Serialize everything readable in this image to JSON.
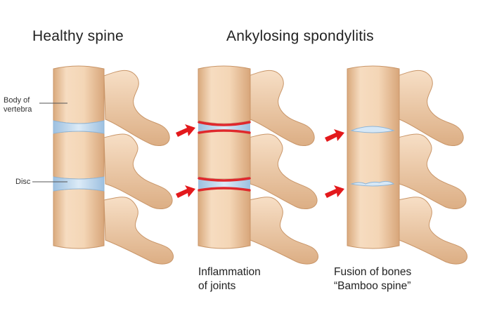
{
  "titles": {
    "healthy": "Healthy spine",
    "ankylosing": "Ankylosing spondylitis"
  },
  "labels": {
    "body_of_vertebra_line1": "Body of",
    "body_of_vertebra_line2": "vertebra",
    "disc": "Disc"
  },
  "captions": {
    "inflammation_line1": "Inflammation",
    "inflammation_line2": "of joints",
    "fusion_line1": "Fusion of bones",
    "fusion_line2": "“Bamboo spine”"
  },
  "colors": {
    "bone_fill": "#f3d4b4",
    "bone_shade": "#d9ab82",
    "bone_outline": "#c99669",
    "disc_fill": "#bcd8ef",
    "disc_edge": "#8fb6d8",
    "inflamed": "#e0282c",
    "arrow": "#e3191c"
  }
}
